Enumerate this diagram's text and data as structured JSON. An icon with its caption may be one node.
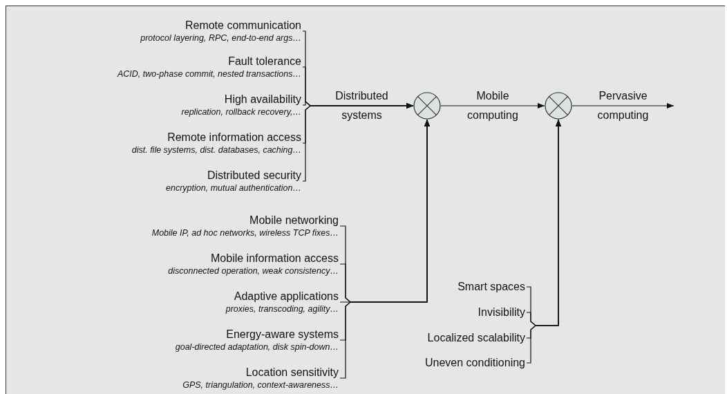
{
  "diagram": {
    "nodes": [
      {
        "text": [
          "Remote communication",
          "protocol layering, RPC, end-to-end args…"
        ]
      },
      {
        "text": [
          "Fault tolerance",
          "ACID, two-phase commit, nested transactions…"
        ]
      },
      {
        "text": [
          "High availability",
          "replication, rollback recovery,…"
        ]
      },
      {
        "text": [
          "Remote information access",
          "dist. file systems, dist. databases, caching…"
        ]
      },
      {
        "text": [
          "Distributed security",
          "encryption, mutual authentication…"
        ]
      },
      {
        "text": [],
        "shape": "circle"
      },
      {
        "text": [
          "Mobile networking",
          "Mobile IP, ad hoc networks, wireless TCP fixes…"
        ]
      },
      {
        "text": [
          "Mobile information access",
          "disconnected operation, weak consistency…"
        ]
      },
      {
        "text": [
          "Adaptive applications",
          "proxies, transcoding, agility…"
        ]
      },
      {
        "text": [
          "Energy-aware systems",
          "goal-directed adaptation, disk spin-down…"
        ]
      },
      {
        "text": [
          "Location sensitivity",
          "GPS, triangulation, context-awareness…"
        ]
      },
      {
        "text": [],
        "shape": "circle"
      },
      {
        "text": [
          "Smart spaces"
        ]
      },
      {
        "text": [
          "Invisibility"
        ]
      },
      {
        "text": [
          "Localized scalability"
        ]
      },
      {
        "text": [
          "Uneven conditioning"
        ]
      }
    ],
    "edges": [
      {
        "from": 0,
        "to": 5,
        "arrow": "to"
      },
      {
        "from": 1,
        "to": 5,
        "arrow": "to"
      },
      {
        "from": 2,
        "to": 5,
        "arrow": "to",
        "label": "Distributed systems"
      },
      {
        "from": 3,
        "to": 5,
        "arrow": "to"
      },
      {
        "from": 4,
        "to": 5,
        "arrow": "to"
      },
      {
        "from": 5,
        "to": 11,
        "arrow": "to",
        "label": "Mobile computing"
      },
      {
        "from": 11,
        "to": null,
        "arrow": "to",
        "label": "Pervasive computing"
      },
      {
        "from": 6,
        "to": 5,
        "arrow": "to"
      },
      {
        "from": 7,
        "to": 5,
        "arrow": "to"
      },
      {
        "from": 8,
        "to": 5,
        "arrow": "to"
      },
      {
        "from": 9,
        "to": 5,
        "arrow": "to"
      },
      {
        "from": 10,
        "to": 5,
        "arrow": "to"
      },
      {
        "from": 12,
        "to": 11,
        "arrow": "to"
      },
      {
        "from": 13,
        "to": 11,
        "arrow": "to"
      },
      {
        "from": 14,
        "to": 11,
        "arrow": "to"
      },
      {
        "from": 15,
        "to": 11,
        "arrow": "to"
      }
    ]
  }
}
